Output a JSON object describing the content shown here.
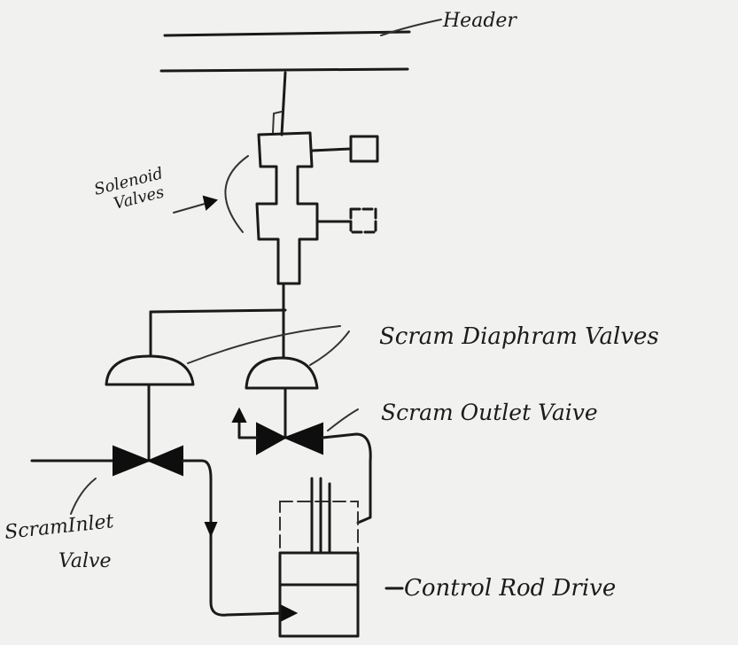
{
  "labels": {
    "header": "Header",
    "solenoid_line1": "Solenoid",
    "solenoid_line2": "Valves",
    "scram_diaphram": "Scram Diaphram Valves",
    "scram_outlet": "Scram Outlet Vaive",
    "scram_inlet_line1": "ScramInlet",
    "scram_inlet_line2": "Valve",
    "control_rod_drive": "Control Rod Drive"
  },
  "colors": {
    "ink": "#1a1a1a",
    "paper": "#f1f1ef"
  }
}
